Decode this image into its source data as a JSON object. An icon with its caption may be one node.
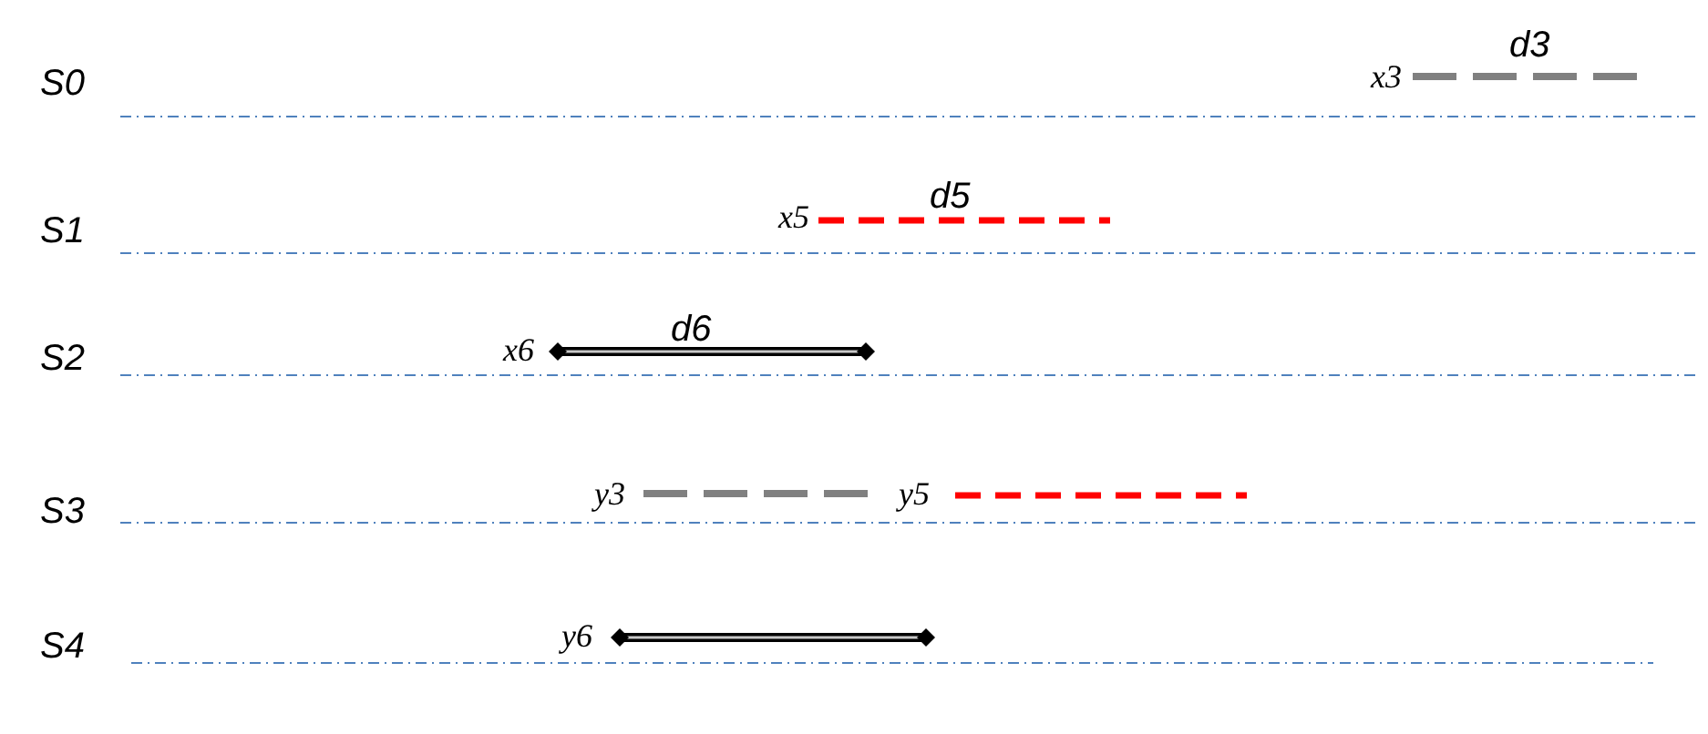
{
  "diagram": {
    "labels": [
      "S0",
      "x3",
      "d3",
      "S1",
      "x5",
      "d5",
      "S2",
      "x6",
      "d6",
      "S3",
      "y3",
      "y5",
      "S4",
      "y6"
    ]
  }
}
